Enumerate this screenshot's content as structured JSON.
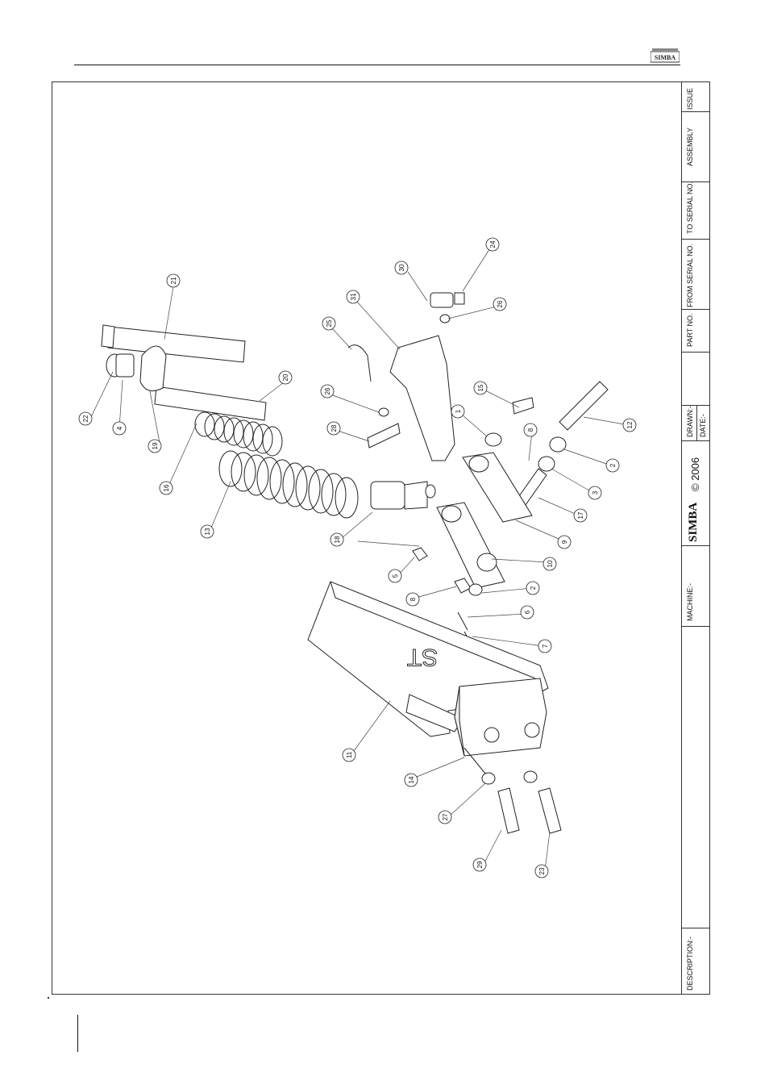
{
  "header": {
    "brand_logo_text": "SIMBA"
  },
  "title_block": {
    "issue": "ISSUE",
    "assembly": "ASSEMBLY",
    "to_serial": "TO SERIAL NO.",
    "from_serial": "FROM SERIAL NO.",
    "part_no": "PART NO.",
    "drawn": "DRAWN:-",
    "date": "DATE:-",
    "copyright": "© 2006",
    "brand": "SIMBA",
    "machine": "MACHINE:-",
    "description": "DESCRIPTION:-"
  },
  "callouts": [
    "21",
    "30",
    "24",
    "31",
    "26",
    "25",
    "22",
    "4",
    "20",
    "19",
    "26",
    "28",
    "15",
    "1",
    "12",
    "8",
    "16",
    "2",
    "3",
    "13",
    "17",
    "18",
    "9",
    "10",
    "5",
    "2",
    "8",
    "6",
    "7",
    "11",
    "14",
    "27",
    "29",
    "23"
  ],
  "drawing_marks": {
    "arm_text": "ST"
  }
}
